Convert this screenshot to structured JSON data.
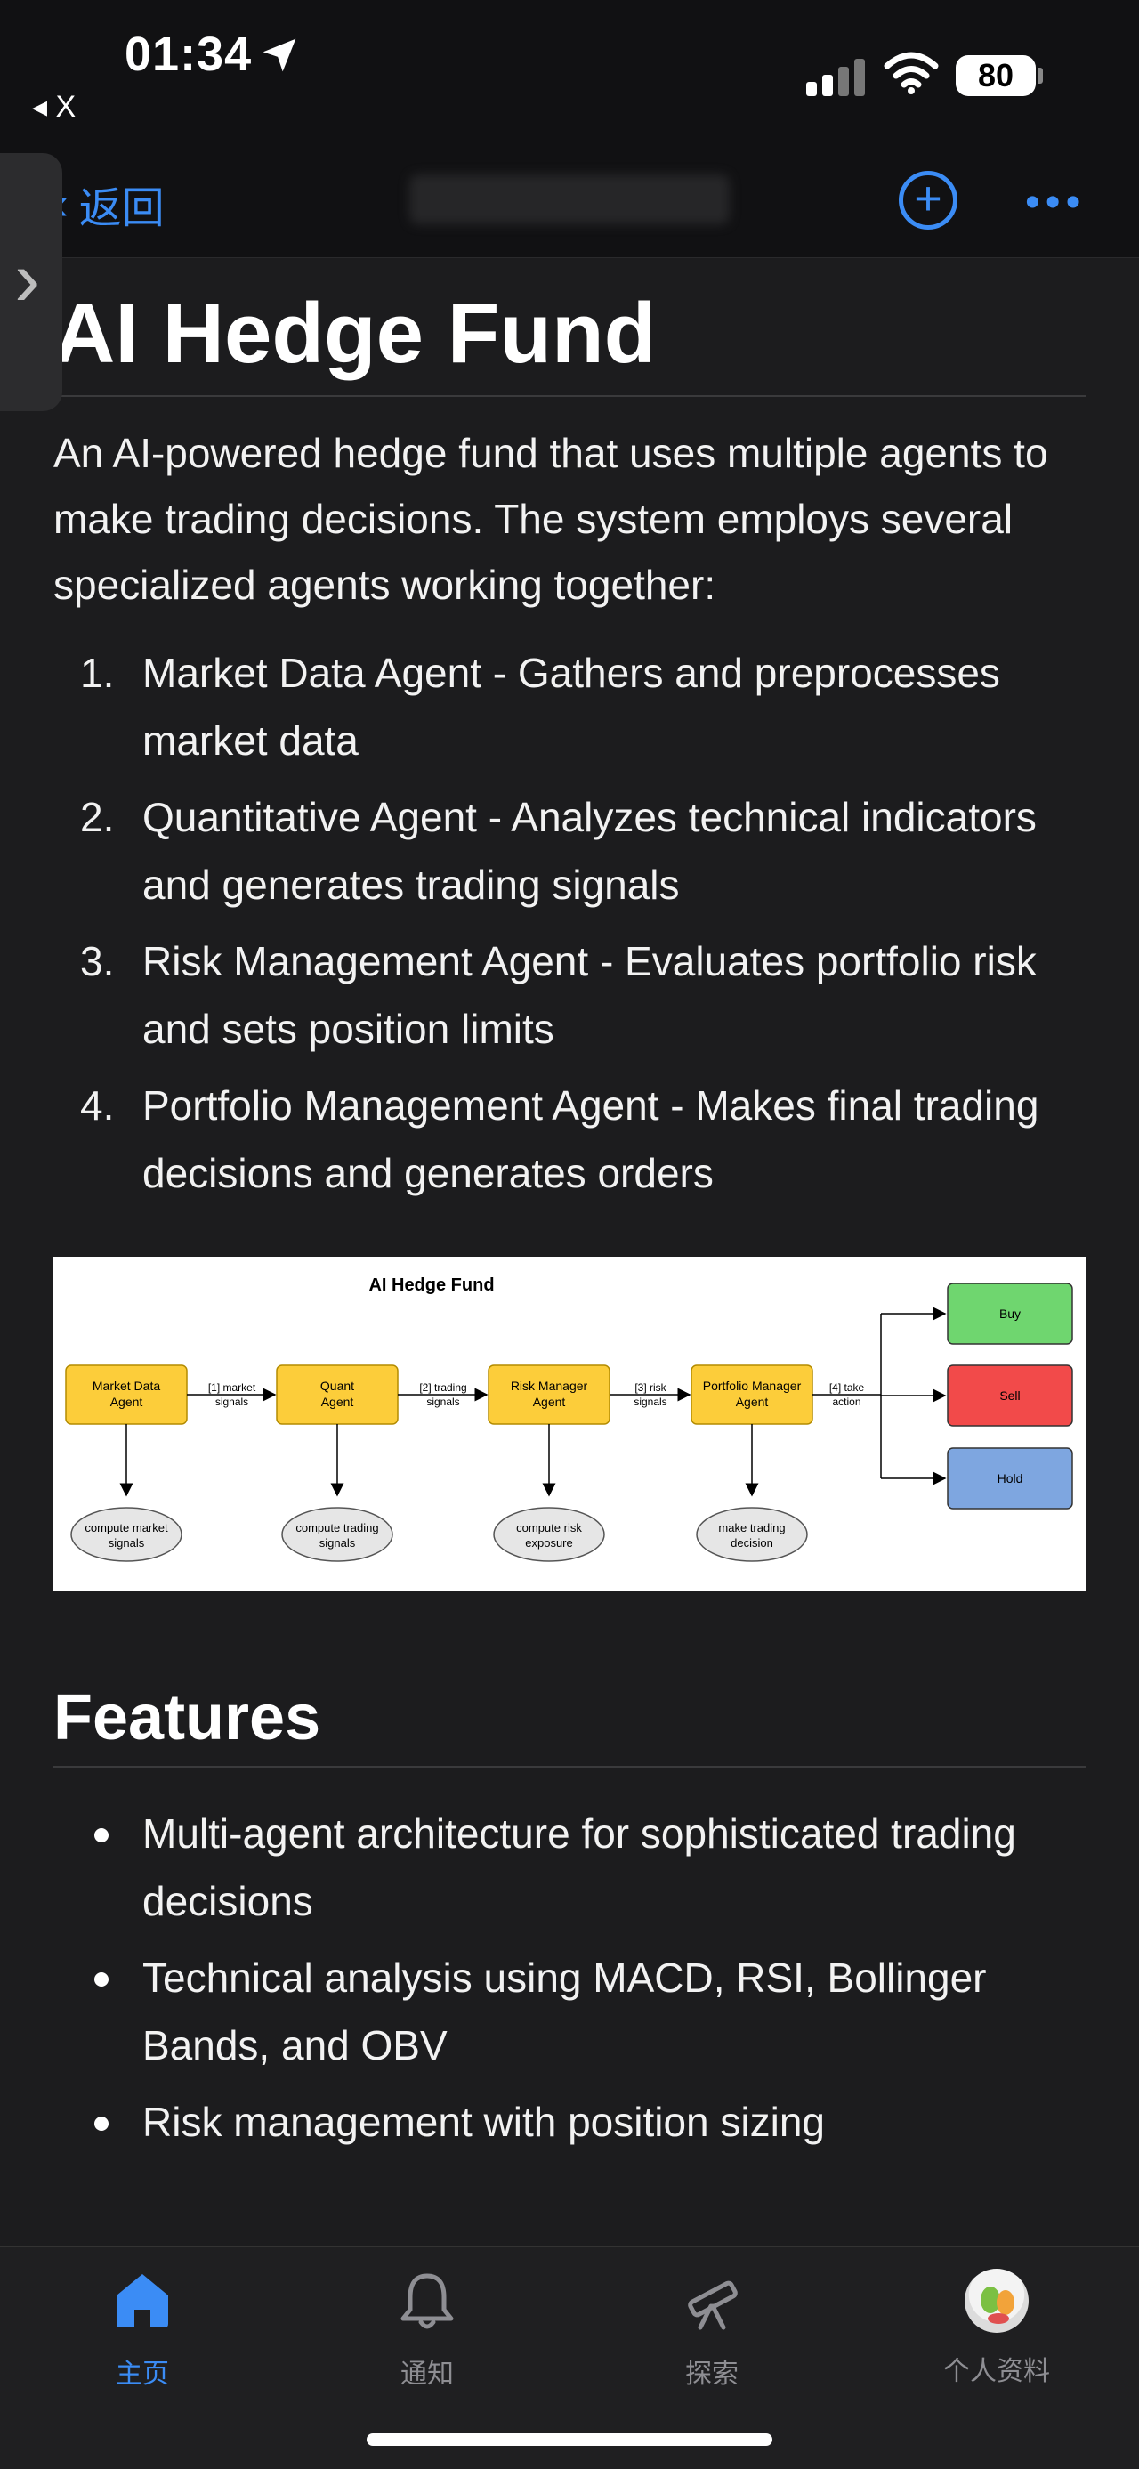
{
  "status": {
    "time": "01:34",
    "back_app": "◂ X",
    "battery": "80"
  },
  "nav": {
    "back_label": "返回"
  },
  "content": {
    "title": "AI Hedge Fund",
    "intro": "An AI-powered hedge fund that uses multiple agents to make trading decisions. The system employs several specialized agents working together:",
    "agents": [
      {
        "num": "1.",
        "text": "Market Data Agent - Gathers and preprocesses market data"
      },
      {
        "num": "2.",
        "text": "Quantitative Agent - Analyzes technical indicators and generates trading signals"
      },
      {
        "num": "3.",
        "text": "Risk Management Agent - Evaluates portfolio risk and sets position limits"
      },
      {
        "num": "4.",
        "text": "Portfolio Management Agent - Makes final trading decisions and generates orders"
      }
    ],
    "features_title": "Features",
    "features": [
      "Multi-agent architecture for sophisticated trading decisions",
      "Technical analysis using MACD, RSI, Bollinger Bands, and OBV",
      "Risk management with position sizing"
    ]
  },
  "diagram": {
    "title": "AI Hedge Fund",
    "agents": [
      {
        "label1": "Market Data",
        "label2": "Agent",
        "cloud1": "compute market",
        "cloud2": "signals"
      },
      {
        "label1": "Quant",
        "label2": "Agent",
        "cloud1": "compute trading",
        "cloud2": "signals"
      },
      {
        "label1": "Risk Manager",
        "label2": "Agent",
        "cloud1": "compute risk",
        "cloud2": "exposure"
      },
      {
        "label1": "Portfolio Manager",
        "label2": "Agent",
        "cloud1": "make trading",
        "cloud2": "decision"
      }
    ],
    "edges": [
      {
        "l1": "[1] market",
        "l2": "signals"
      },
      {
        "l1": "[2] trading",
        "l2": "signals"
      },
      {
        "l1": "[3] risk",
        "l2": "signals"
      },
      {
        "l1": "[4] take",
        "l2": "action"
      }
    ],
    "actions": [
      {
        "label": "Buy",
        "color": "#6fd66f"
      },
      {
        "label": "Sell",
        "color": "#f24a4a"
      },
      {
        "label": "Hold",
        "color": "#7ea6e0"
      }
    ],
    "agent_color": "#fccd3a"
  },
  "tabs": [
    {
      "label": "主页",
      "icon": "home-icon",
      "active": true
    },
    {
      "label": "通知",
      "icon": "bell-icon",
      "active": false
    },
    {
      "label": "探索",
      "icon": "telescope-icon",
      "active": false
    },
    {
      "label": "个人资料",
      "icon": "avatar",
      "active": false
    }
  ],
  "colors": {
    "accent": "#3b8cf5",
    "background": "#1c1c1e"
  }
}
